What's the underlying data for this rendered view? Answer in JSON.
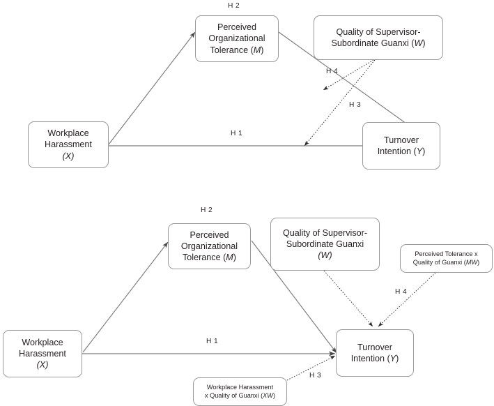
{
  "figure": {
    "type": "diagram",
    "kind": "conceptual-model-path-diagram",
    "background": "#ffffff",
    "line_color": "#6d6d6d",
    "box_border_color": "#9a9a9a",
    "text_color": "#231f20"
  },
  "top_model": {
    "nodes": {
      "x": {
        "line1": "Workplace",
        "line2": "Harassment",
        "line3": "(X)"
      },
      "m": {
        "line1": "Perceived",
        "line2": "Organizational",
        "line3": "Tolerance (M)"
      },
      "w": {
        "line1": "Quality of Supervisor-",
        "line2": "Subordinate Guanxi (W)"
      },
      "y": {
        "line1": "Turnover",
        "line2": "Intention (Y)"
      }
    },
    "paths": [
      {
        "label": "H 1",
        "from": "x",
        "to": "y",
        "style": "solid"
      },
      {
        "label": "H 2",
        "from": "x",
        "to": "m",
        "style": "solid"
      },
      {
        "label": "H 3",
        "from": "w",
        "to": "x-y-path",
        "style": "dotted"
      },
      {
        "label": "H 4",
        "from": "w",
        "to": "m-y-path",
        "style": "dotted"
      }
    ],
    "labels": {
      "h1": "H 1",
      "h2": "H 2",
      "h3": "H 3",
      "h4": "H 4"
    }
  },
  "bottom_model": {
    "nodes": {
      "x": {
        "line1": "Workplace",
        "line2": "Harassment",
        "line3": "(X)"
      },
      "m": {
        "line1": "Perceived",
        "line2": "Organizational",
        "line3": "Tolerance (M)"
      },
      "w": {
        "line1": "Quality of Supervisor-",
        "line2": "Subordinate Guanxi",
        "line3": "(W)"
      },
      "mw": {
        "line1": "Perceived Tolerance x",
        "line2": "Quality of Guanxi (MW)"
      },
      "xw": {
        "line1": "Workplace Harassment",
        "line2": "x Quality of Guanxi (XW)"
      },
      "y": {
        "line1": "Turnover",
        "line2": "Intention (Y)"
      }
    },
    "paths": [
      {
        "label": "H 1",
        "from": "x",
        "to": "y",
        "style": "solid"
      },
      {
        "label": "H 2",
        "from": "x",
        "to": "m",
        "style": "solid"
      },
      {
        "label": "",
        "from": "m",
        "to": "y",
        "style": "solid"
      },
      {
        "label": "H 3",
        "from": "xw",
        "to": "y",
        "style": "dotted"
      },
      {
        "label": "H 4",
        "from": "mw",
        "to": "y",
        "style": "dotted"
      },
      {
        "label": "",
        "from": "w",
        "to": "y",
        "style": "dotted"
      }
    ],
    "labels": {
      "h1": "H 1",
      "h2": "H 2",
      "h3": "H 3",
      "h4": "H 4"
    }
  }
}
